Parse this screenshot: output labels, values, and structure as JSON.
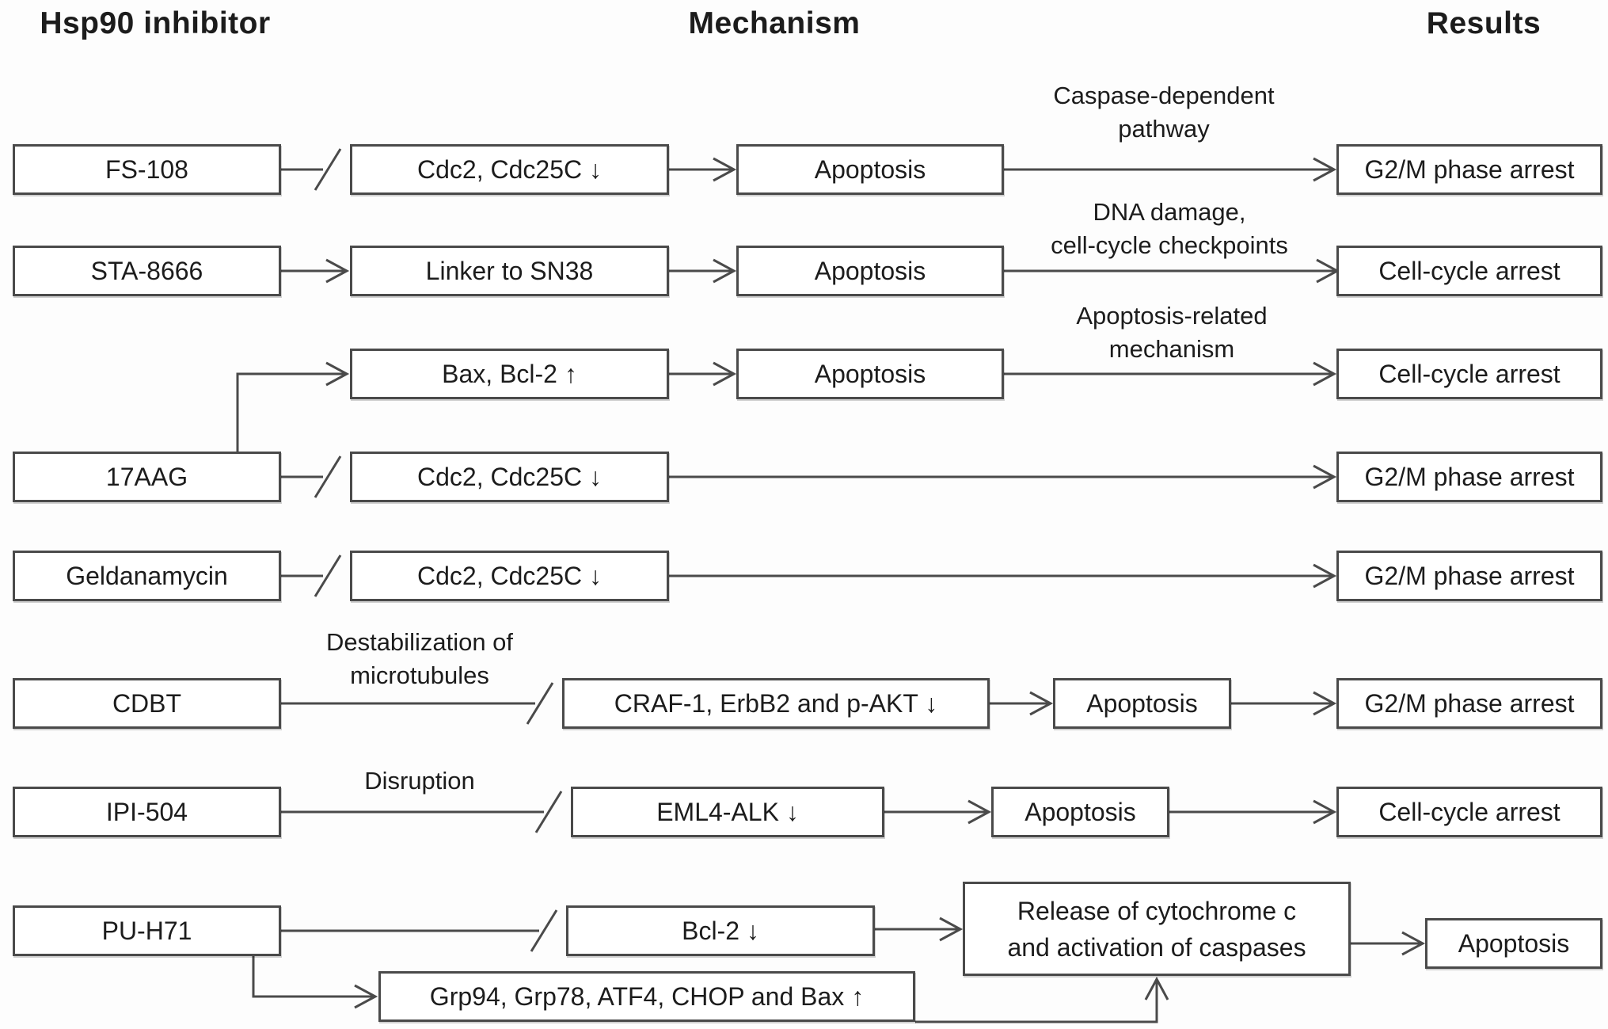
{
  "column_headers": {
    "inhibitor": "Hsp90 inhibitor",
    "mechanism": "Mechanism",
    "results": "Results"
  },
  "rows": {
    "fs108": {
      "inhibitor": "FS-108",
      "mechanism": "Cdc2, Cdc25C ↓",
      "apoptosis": "Apoptosis",
      "edge_label": "Caspase-dependent\npathway",
      "result": "G2/M phase arrest"
    },
    "sta8666": {
      "inhibitor": "STA-8666",
      "mechanism": "Linker to SN38",
      "apoptosis": "Apoptosis",
      "edge_label": "DNA damage,\ncell-cycle checkpoints",
      "result": "Cell-cycle arrest"
    },
    "bax_branch": {
      "mechanism": "Bax, Bcl-2 ↑",
      "apoptosis": "Apoptosis",
      "edge_label": "Apoptosis-related\nmechanism",
      "result": "Cell-cycle arrest"
    },
    "aag17": {
      "inhibitor": "17AAG",
      "mechanism": "Cdc2, Cdc25C ↓",
      "result": "G2/M phase arrest"
    },
    "geldanamycin": {
      "inhibitor": "Geldanamycin",
      "mechanism": "Cdc2, Cdc25C ↓",
      "result": "G2/M phase arrest"
    },
    "cdbt": {
      "inhibitor": "CDBT",
      "edge_label": "Destabilization of\nmicrotubules",
      "mechanism": "CRAF-1, ErbB2 and p-AKT ↓",
      "apoptosis": "Apoptosis",
      "result": "G2/M phase arrest"
    },
    "ipi504": {
      "inhibitor": "IPI-504",
      "edge_label": "Disruption",
      "mechanism": "EML4-ALK ↓",
      "apoptosis": "Apoptosis",
      "result": "Cell-cycle arrest"
    },
    "puh71": {
      "inhibitor": "PU-H71",
      "mechanism": "Bcl-2 ↓",
      "release": "Release of cytochrome c\nand activation of caspases",
      "result": "Apoptosis"
    },
    "puh71_er_branch": {
      "mechanism": "Grp94, Grp78, ATF4, CHOP and Bax ↑"
    }
  },
  "colors": {
    "line": "#4a4a4a",
    "border": "#4a4a4a",
    "text": "#1c1c1c",
    "bg": "#fdfdfd"
  }
}
